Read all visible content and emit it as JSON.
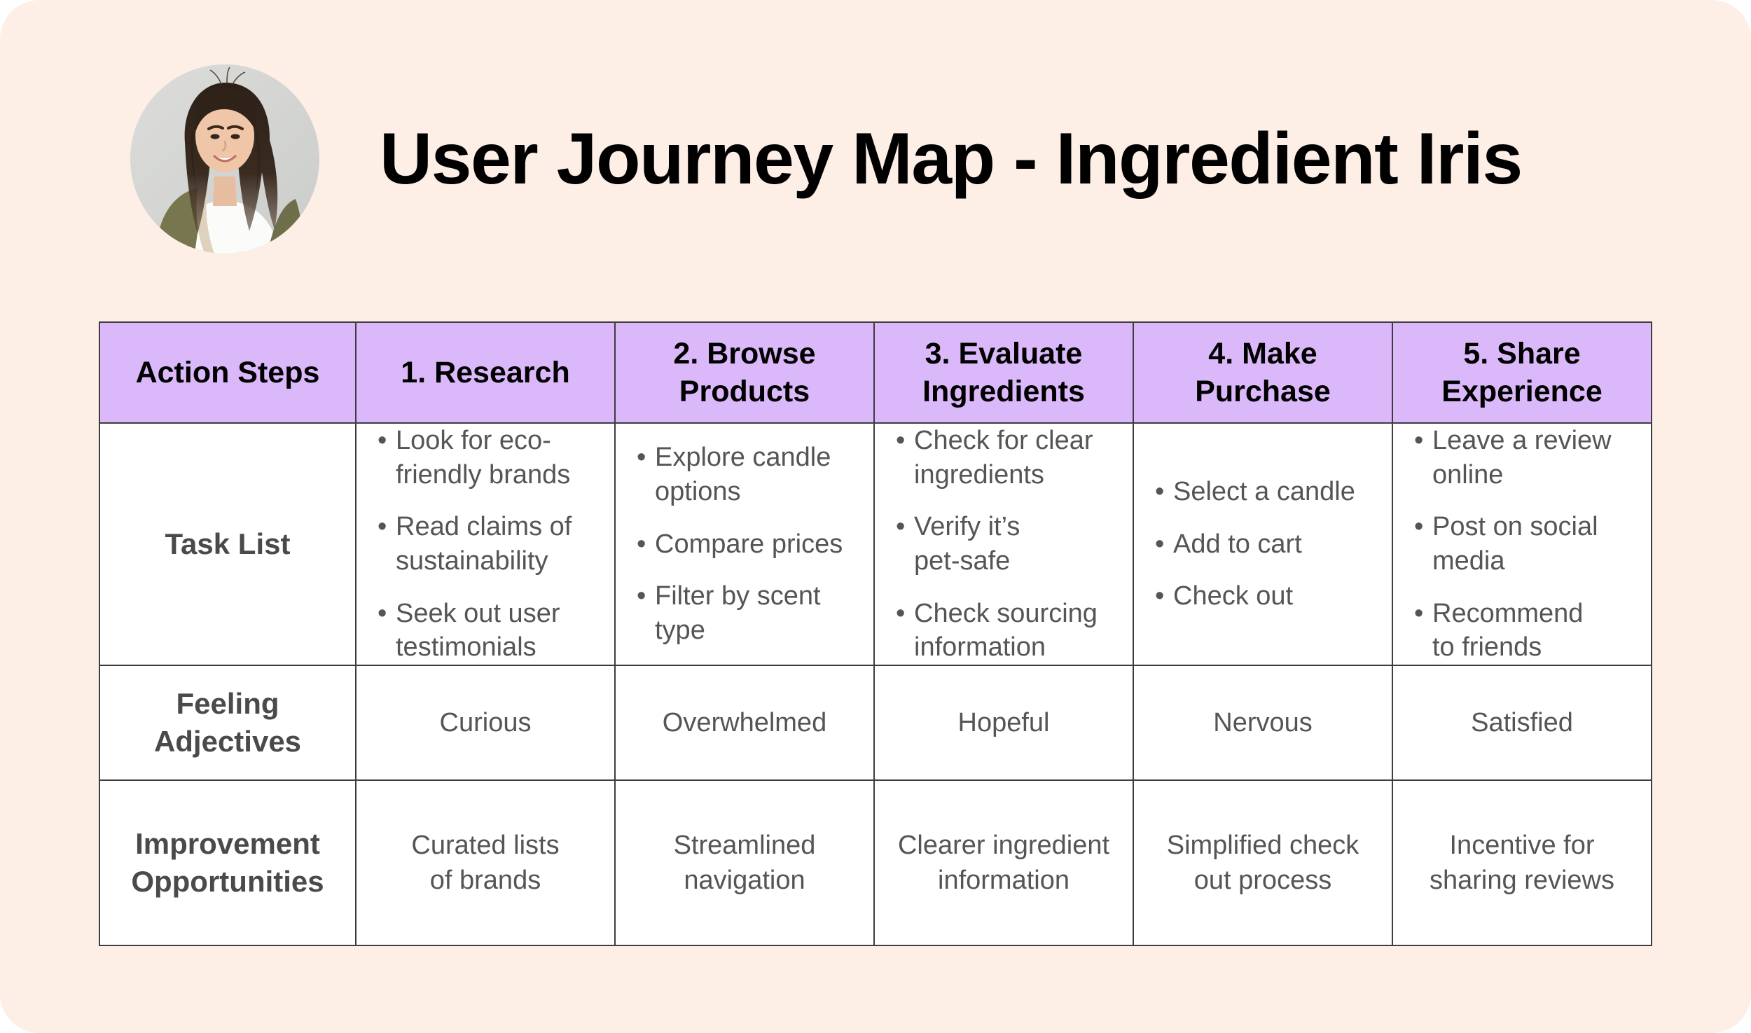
{
  "page": {
    "background_color": "#fdeee6",
    "title": "User Journey Map - Ingredient Iris",
    "avatar_alt": "portrait-photo-of-smiling-woman"
  },
  "table": {
    "header_background": "#dbb8fa",
    "border_color": "#3d3d3d",
    "label_color": "#4a4a4a",
    "body_text_color": "#555555",
    "columns": [
      {
        "label": "Action Steps"
      },
      {
        "label": "1.  Research"
      },
      {
        "label": "2. Browse\nProducts"
      },
      {
        "label": "3. Evaluate\nIngredients"
      },
      {
        "label": "4. Make\nPurchase"
      },
      {
        "label": "5. Share\nExperience"
      }
    ],
    "rows": [
      {
        "label": "Task List",
        "type": "bullets",
        "cells": [
          [
            "Look for eco-\nfriendly brands",
            "Read claims of\nsustainability",
            "Seek out user\ntestimonials"
          ],
          [
            "Explore candle\noptions",
            "Compare prices",
            "Filter by scent\ntype"
          ],
          [
            "Check for clear\ningredients",
            "Verify it’s\npet-safe",
            "Check sourcing\ninformation"
          ],
          [
            "Select a candle",
            "Add to cart",
            "Check out"
          ],
          [
            "Leave a review\nonline",
            "Post on social\nmedia",
            "Recommend\nto friends"
          ]
        ]
      },
      {
        "label": "Feeling\nAdjectives",
        "type": "text",
        "cells": [
          "Curious",
          "Overwhelmed",
          "Hopeful",
          "Nervous",
          "Satisfied"
        ]
      },
      {
        "label": "Improvement\nOpportunities",
        "type": "text",
        "cells": [
          "Curated lists\nof brands",
          "Streamlined\nnavigation",
          "Clearer ingredient\ninformation",
          "Simplified check\nout process",
          "Incentive for\nsharing reviews"
        ]
      }
    ]
  }
}
